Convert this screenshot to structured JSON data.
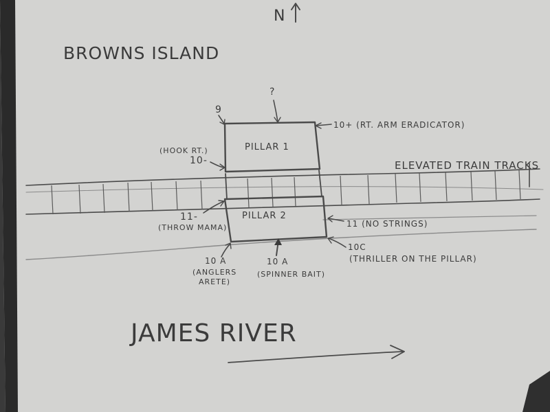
{
  "north_label": "N",
  "island_label": "BROWNS ISLAND",
  "river_label": "JAMES RIVER",
  "tracks_label": "ELEVATED TRAIN TRACKS",
  "pillar1": {
    "label": "PILLAR 1",
    "grade_top_left": "9",
    "grade_top_unknown": "?",
    "grade_top_right": "10+ (RT. ARM ERADICATOR)",
    "left_route_name": "(HOOK RT.)",
    "left_route_grade": "10-"
  },
  "pillar2": {
    "label": "PILLAR 2",
    "left_route_grade": "11-",
    "left_route_name": "(THROW MAMA)",
    "right_route": "11 (NO STRINGS)",
    "bottom_right_grade": "10C",
    "bottom_right_name": "(THRILLER ON THE PILLAR)",
    "bottom_left_grade": "10 A",
    "bottom_left_name_1": "(ANGLERS",
    "bottom_left_name_2": "ARETE)",
    "bottom_mid_grade": "10 A",
    "bottom_mid_name": "(SPINNER BAIT)"
  }
}
